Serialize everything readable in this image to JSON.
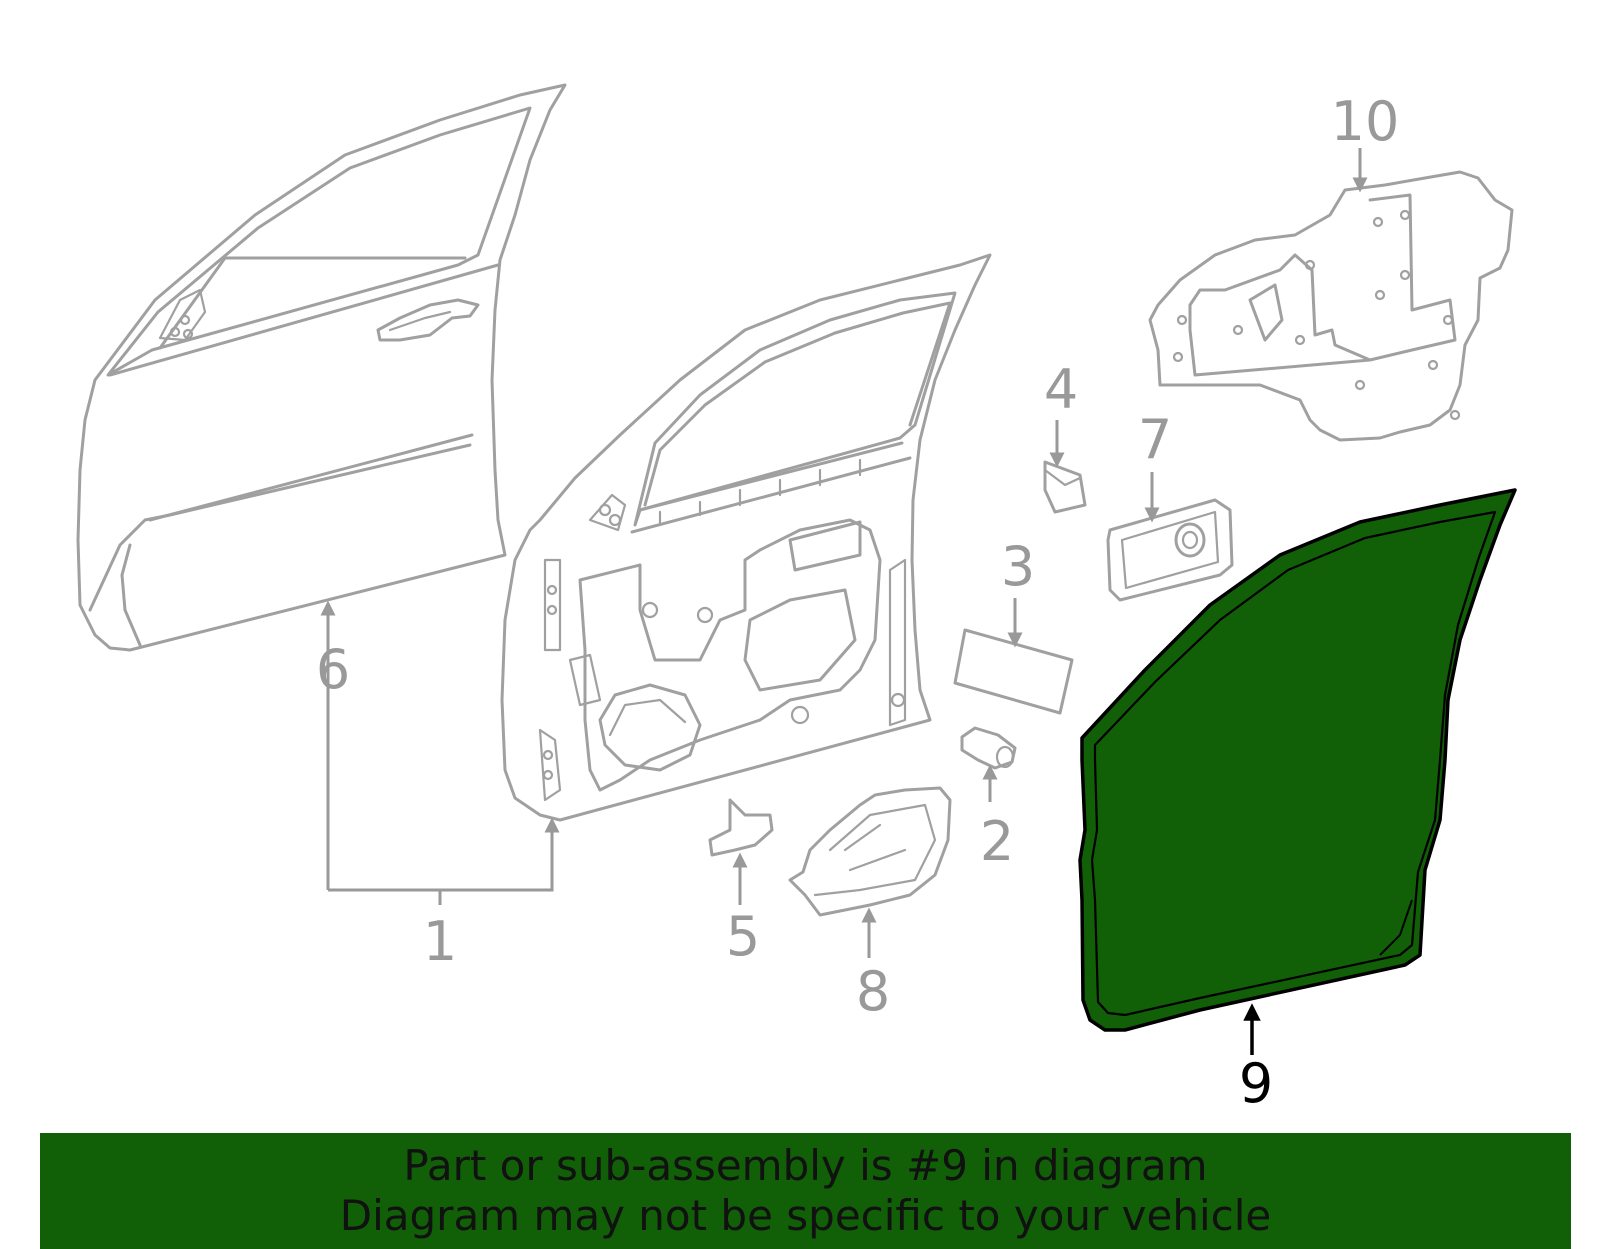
{
  "colors": {
    "highlight": "#116008",
    "banner": "#116008",
    "part_stroke": "#a0a0a0",
    "callout_text": "#999999",
    "highlight_text": "#000000"
  },
  "callouts": {
    "c1": "1",
    "c2": "2",
    "c3": "3",
    "c4": "4",
    "c5": "5",
    "c6": "6",
    "c7": "7",
    "c8": "8",
    "c9": "9",
    "c10": "10"
  },
  "highlighted_part": "9",
  "banner": {
    "line1": "Part or sub-assembly is #9 in diagram",
    "line2": "Diagram may not be specific to your vehicle"
  }
}
